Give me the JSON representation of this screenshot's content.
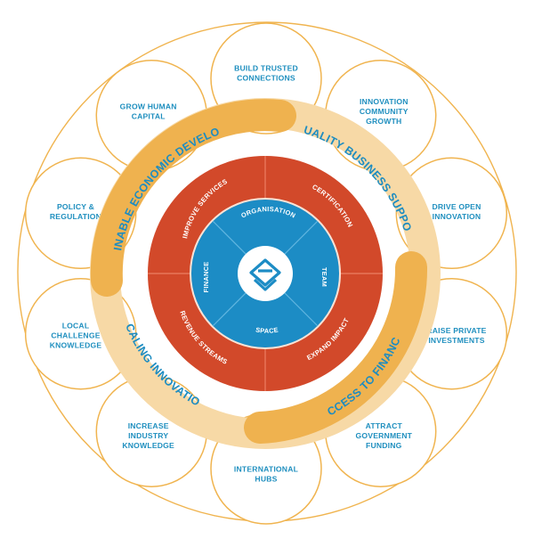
{
  "colors": {
    "petal_stroke": "#f0b44f",
    "petal_text": "#1f8fbf",
    "ring_light": "#f7d9a6",
    "ring_dark": "#efb24f",
    "ring_text": "#1d8cc1",
    "red": "#d2492a",
    "blue": "#1c8cc5",
    "blue_dark": "#136ea3",
    "white": "#ffffff"
  },
  "petals": [
    {
      "lines": [
        "BUILD TRUSTED",
        "CONNECTIONS"
      ]
    },
    {
      "lines": [
        "INNOVATION",
        "COMMUNITY",
        "GROWTH"
      ]
    },
    {
      "lines": [
        "DRIVE OPEN",
        "INNOVATION"
      ]
    },
    {
      "lines": [
        "RAISE PRIVATE",
        "INVESTMENTS"
      ]
    },
    {
      "lines": [
        "ATTRACT",
        "GOVERNMENT",
        "FUNDING"
      ]
    },
    {
      "lines": [
        "INTERNATIONAL",
        "HUBS"
      ]
    },
    {
      "lines": [
        "INCREASE",
        "INDUSTRY",
        "KNOWLEDGE"
      ]
    },
    {
      "lines": [
        "LOCAL",
        "CHALLENGE",
        "KNOWLEDGE"
      ]
    },
    {
      "lines": [
        "POLICY &",
        "REGULATION"
      ]
    },
    {
      "lines": [
        "GROW HUMAN",
        "CAPITAL"
      ]
    }
  ],
  "ring_labels": {
    "sustainable": "SUSTAINABLE ECONOMIC DEVELOPMENT",
    "quality": "QUALITY BUSINESS SUPPORT",
    "finance": "ACCESS TO FINANCE",
    "scaling": "SCALING INNOVATION"
  },
  "red_labels": {
    "improve": "IMPROVE SERVICES",
    "certification": "CERTIFICATION",
    "expand": "EXPAND IMPACT",
    "revenue": "REVENUE STREAMS"
  },
  "blue_labels": {
    "organisation": "ORGANISATION",
    "team": "TEAM",
    "space": "SPACE",
    "finance": "FINANCE"
  },
  "center_icon": "stacked-layers-logo-icon"
}
